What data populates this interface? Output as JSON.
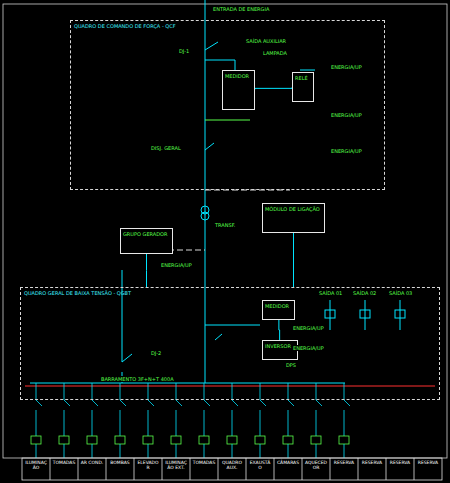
{
  "diagram": {
    "nodes": [
      {
        "text": [
          "QUADRO DE COMANDO DE FORÇA - QCF"
        ]
      },
      {
        "text": [
          "MEDIDOR"
        ],
        "in": 0
      },
      {
        "text": [
          "RELÉ"
        ],
        "in": 0
      },
      {
        "text": [
          "MÓDULO DE LIGAÇÃO"
        ]
      },
      {
        "text": [
          "GRUPO GERADOR"
        ]
      },
      {
        "text": [
          "QUADRO GERAL DE BAIXA TENSÃO - QGBT"
        ]
      },
      {
        "text": [
          "MEDIDOR"
        ],
        "in": 5
      },
      {
        "text": [
          "INVERSOR"
        ],
        "in": 5
      }
    ],
    "edges": [
      {
        "from": 1,
        "to": 2,
        "arrow": "none"
      },
      {
        "from": 3,
        "to": 5,
        "arrow": "none"
      },
      {
        "from": 4,
        "to": 5,
        "arrow": "none"
      },
      {
        "from": 6,
        "to": 7,
        "arrow": "none"
      }
    ],
    "labels": [
      "ENTRADA DE ENERGIA",
      "SAÍDA AUXILIAR",
      "LAMPADA",
      "DJ-1",
      "ENERGIA/UP",
      "ENERGIA/UP",
      "DISJ. GERAL",
      "ENERGIA/UP",
      "TRANSF.",
      "ENERGIA/UP",
      "ENERGIA/UP",
      "ENERGIA/UP",
      "DJ-2",
      "DPS",
      "BARRAMENTO 3F+N+T 400A",
      "SAÍDA 01",
      "SAÍDA 02",
      "SAÍDA 03",
      "ILUMINAÇÃO",
      "TOMADAS",
      "AR COND.",
      "BOMBAS",
      "ELEVADOR",
      "ILUMINAÇÃO EXT.",
      "TOMADAS",
      "QUADRO AUX.",
      "EXAUSTÃO",
      "CÂMARAS",
      "AQUECEDOR",
      "RESERVA",
      "RESERVA",
      "RESERVA",
      "RESERVA"
    ]
  }
}
